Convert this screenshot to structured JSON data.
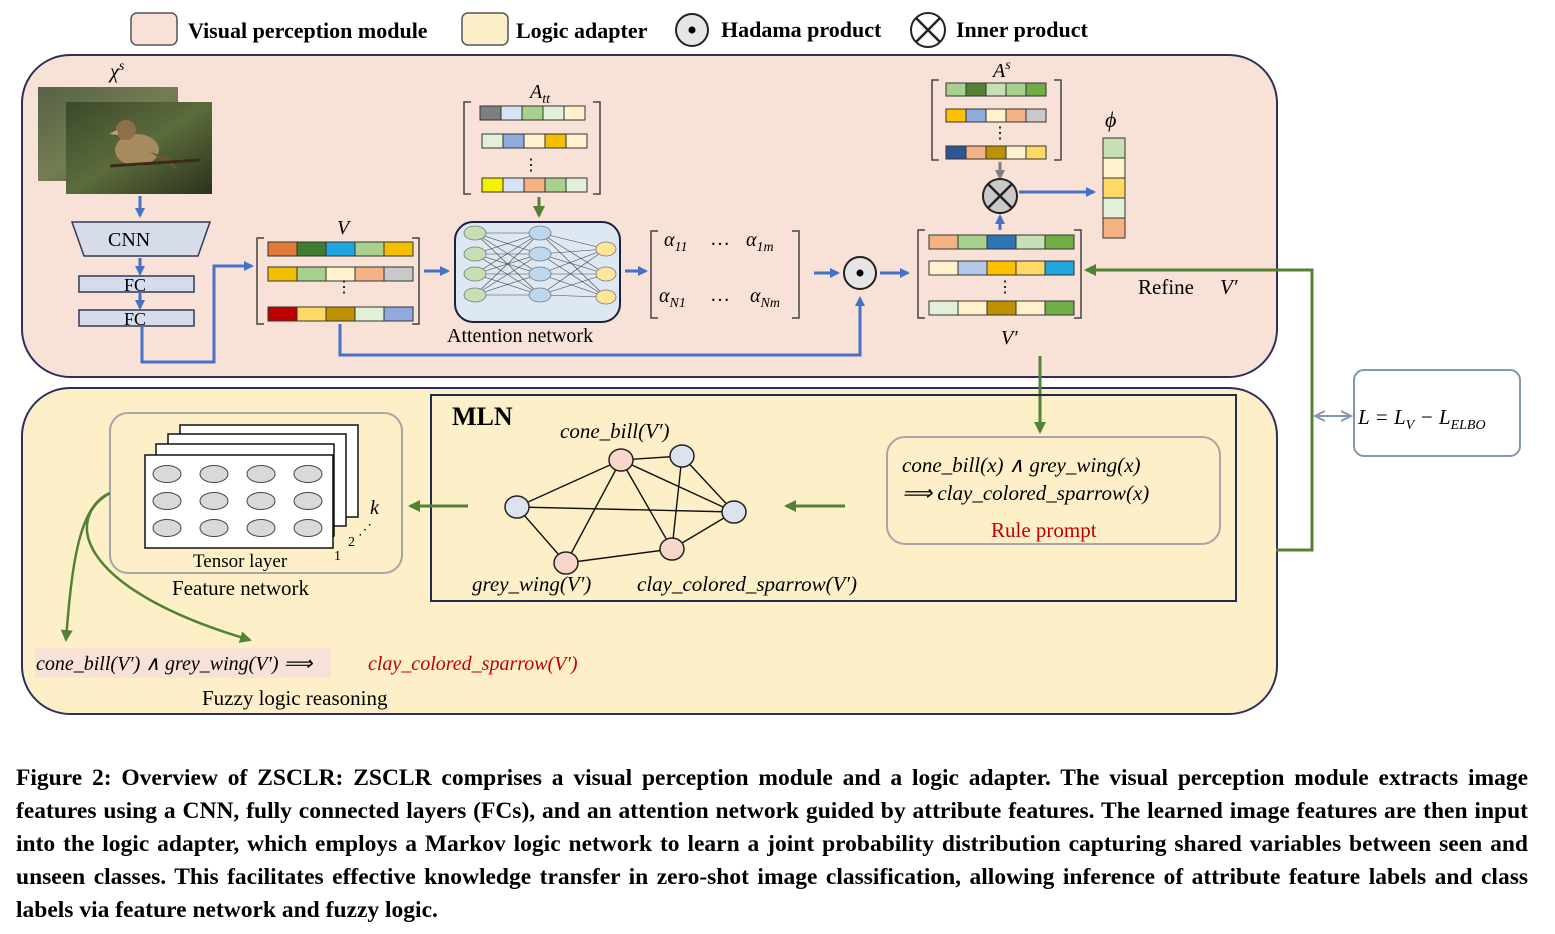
{
  "legend": {
    "visual_module": "Visual perception module",
    "logic_adapter": "Logic adapter",
    "hadamard": "Hadama product",
    "inner": "Inner product"
  },
  "visual": {
    "input_label": "χ^s",
    "cnn": "CNN",
    "fc1": "FC",
    "fc2": "FC",
    "v_label": "V",
    "att_label": "A_tt",
    "attention_caption": "Attention network",
    "alpha_11": "α_11",
    "alpha_1m": "α_1m",
    "alpha_N1": "α_N1",
    "alpha_Nm": "α_Nm",
    "dots": "…",
    "as_label": "A^s",
    "phi": "ϕ",
    "v_prime": "V′",
    "refine": "Refine",
    "refine_v": "V′"
  },
  "loss": "L = L_V − L_ELBO",
  "logic": {
    "mln_title": "MLN",
    "node_cone": "cone_bill(V′)",
    "node_grey": "grey_wing(V′)",
    "node_clay": "clay_colored_sparrow(V′)",
    "rule_line1": "cone_bill(x) ∧ grey_wing(x)",
    "rule_line2": "⟹ clay_colored_sparrow(x)",
    "rule_caption": "Rule prompt",
    "tensor_caption": "Tensor layer",
    "feature_caption": "Feature network",
    "k_label": "k",
    "idx_1": "1",
    "idx_2": "2",
    "fuzzy_premise": "cone_bill(V′) ∧ grey_wing(V′) ⟹",
    "fuzzy_conclusion": "clay_colored_sparrow(V′)",
    "fuzzy_caption": "Fuzzy logic reasoning"
  },
  "caption": "Figure 2: Overview of ZSCLR: ZSCLR comprises a visual perception module and a logic adapter. The visual perception module extracts image features using a CNN, fully connected layers (FCs), and an attention network guided by attribute features. The learned image features are then input into the logic adapter, which employs a Markov logic network to learn a joint probability distribution capturing shared variables between seen and unseen classes. This facilitates effective knowledge transfer in zero-shot image classification, allowing inference of attribute feature labels and class labels via feature network and fuzzy logic.",
  "colors": {
    "visual_bg": "#f8e1d6",
    "logic_bg": "#fdf0c8",
    "blue_arrow": "#4472c4",
    "green_arrow": "#548235",
    "red_text": "#c00000"
  }
}
